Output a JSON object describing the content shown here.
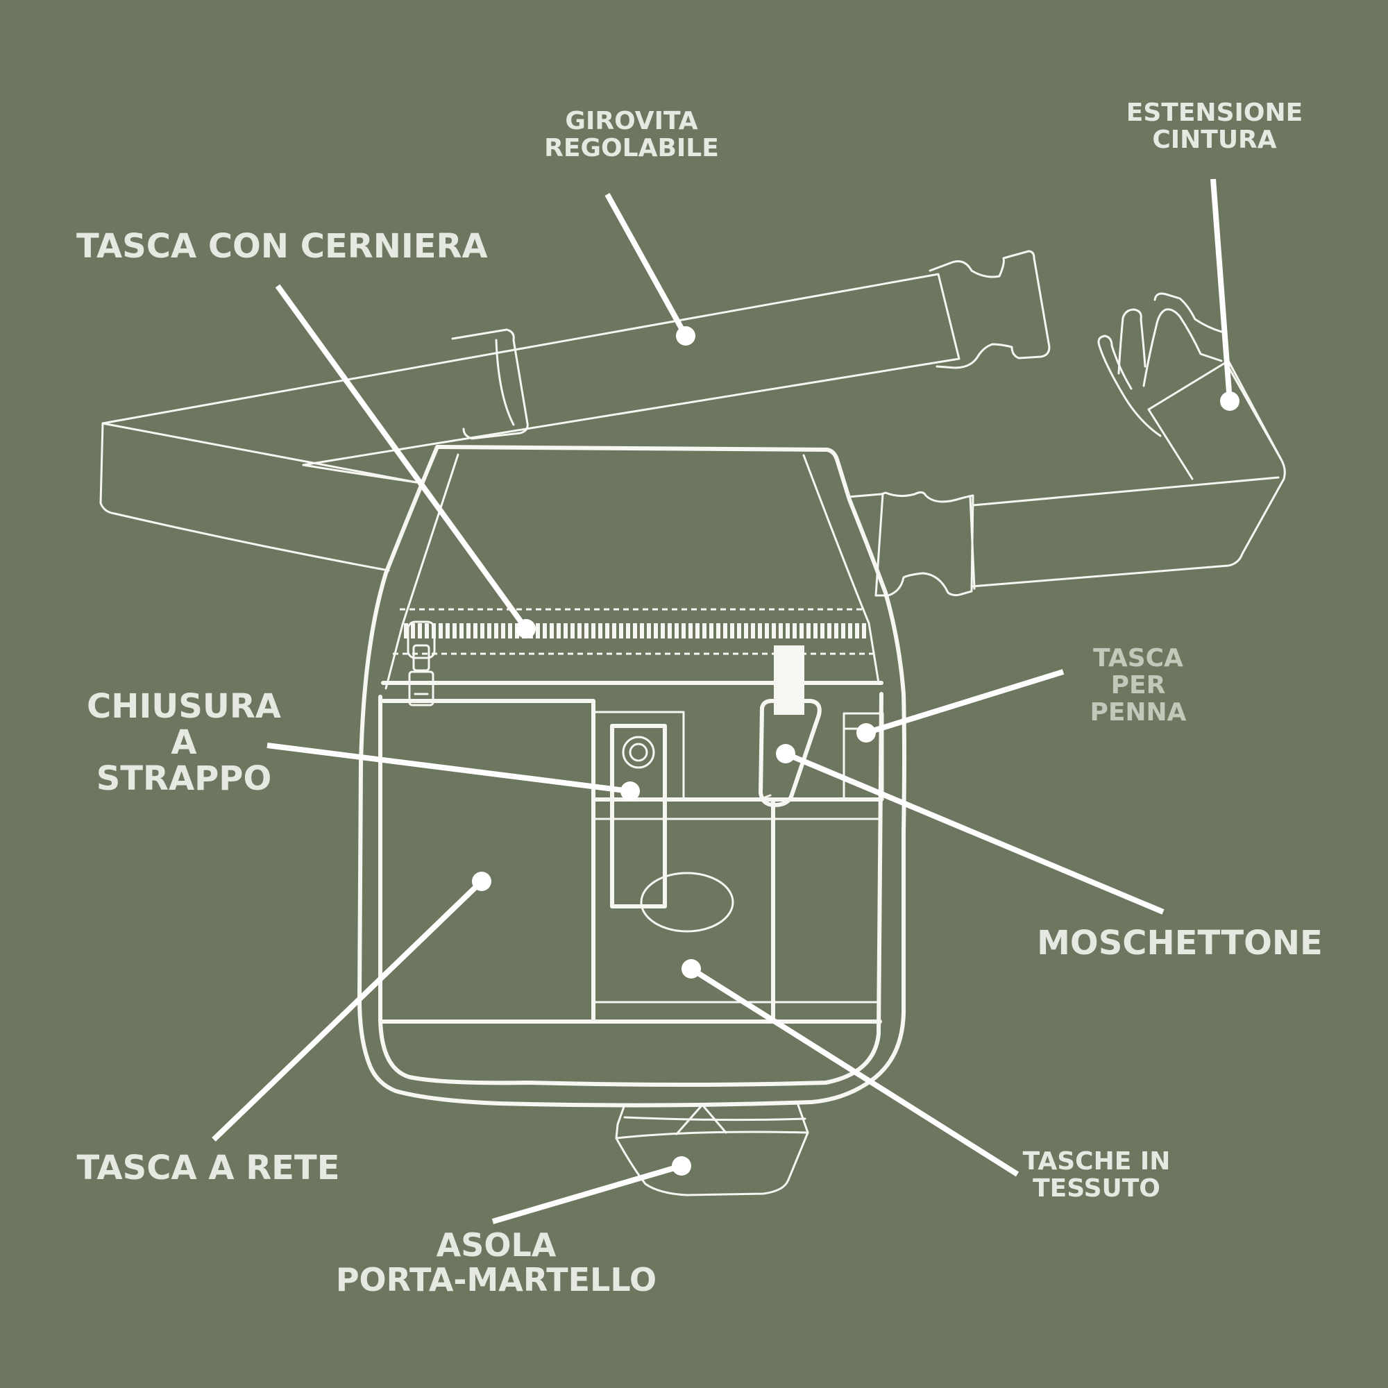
{
  "diagram": {
    "labels": {
      "girovita": [
        "GIROVITA",
        "REGOLABILE"
      ],
      "estensione": [
        "ESTENSIONE",
        "CINTURA"
      ],
      "tasca_cerniera": [
        "TASCA CON CERNIERA"
      ],
      "chiusura": [
        "CHIUSURA",
        "A",
        "STRAPPO"
      ],
      "tasca_penna": [
        "TASCA",
        "PER",
        "PENNA"
      ],
      "moschettone": [
        "MOSCHETTONE"
      ],
      "tasca_rete": [
        "TASCA A RETE"
      ],
      "tasche_tessuto": [
        "TASCHE IN",
        "TESSUTO"
      ],
      "asola": [
        "ASOLA",
        "PORTA-MARTELLO"
      ]
    },
    "colors": {
      "background": "#6d7760",
      "line": "#ffffff",
      "text": "#e6e8e2",
      "text_muted": "#c3c9ba"
    }
  }
}
